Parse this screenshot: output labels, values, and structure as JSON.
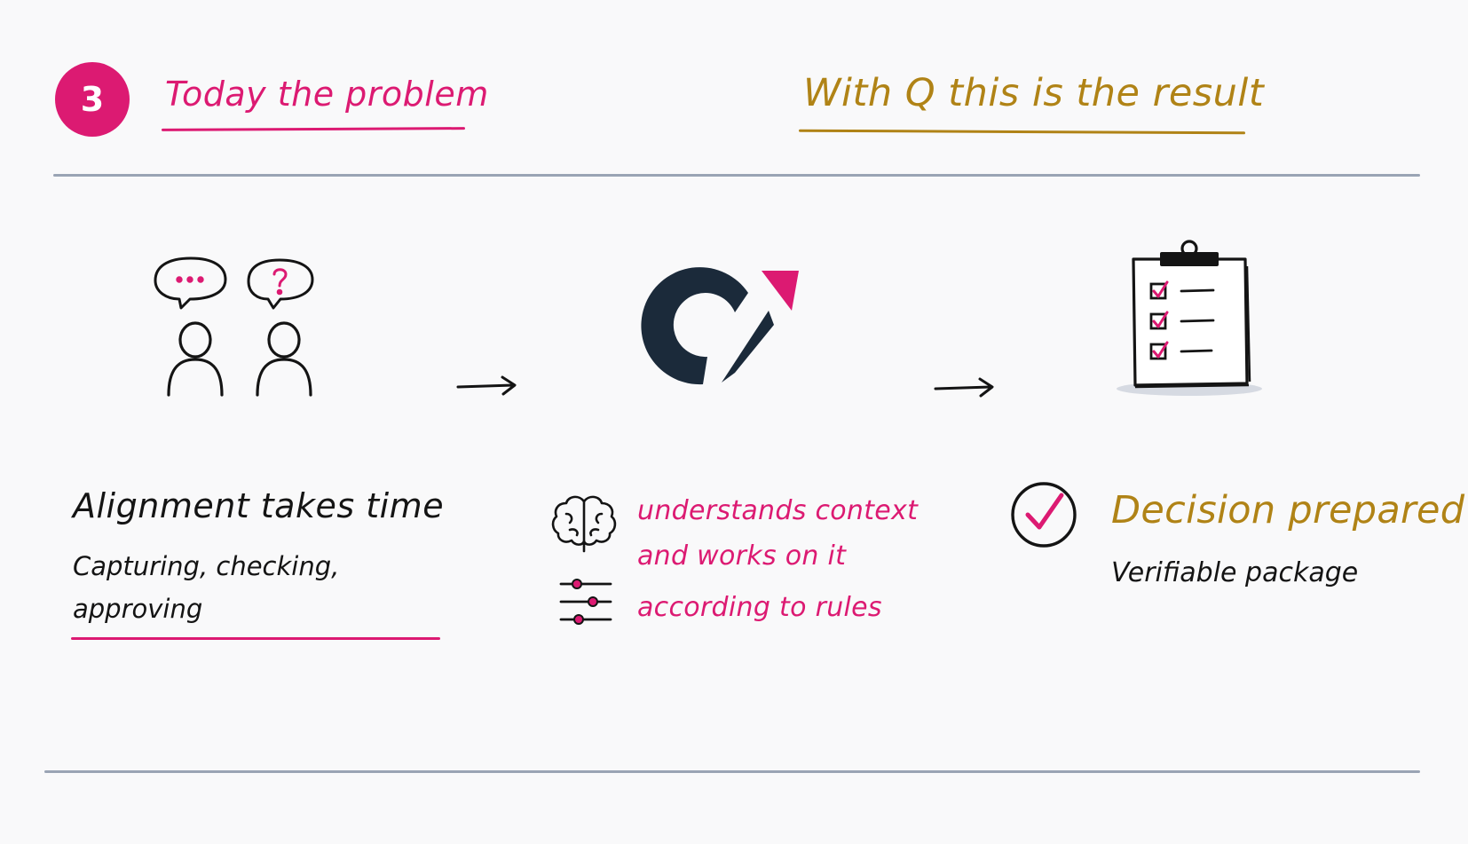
{
  "header": {
    "step_number": "3",
    "left_title": "Today the problem",
    "right_title": "With Q this is the result"
  },
  "steps": [
    {
      "title": "Alignment takes time",
      "description": "Capturing, checking, approving",
      "icons": [
        "speech-bubble-ellipsis-icon",
        "speech-bubble-question-icon",
        "person-icon",
        "person-icon"
      ]
    },
    {
      "icon": "q-logo-icon",
      "lines": [
        "understands context",
        "and works on it",
        "according to rules"
      ],
      "line_icons": [
        "brain-icon",
        "sliders-icon"
      ]
    },
    {
      "icon": "clipboard-checklist-icon",
      "title": "Decision prepared",
      "description": "Verifiable package",
      "title_icon": "check-circle-icon"
    }
  ],
  "colors": {
    "accent_pink": "#dc1a72",
    "accent_gold": "#b08316",
    "logo_navy": "#1b2a3a",
    "rule_gray": "#9aa4b4",
    "background": "#f9f9fa"
  }
}
